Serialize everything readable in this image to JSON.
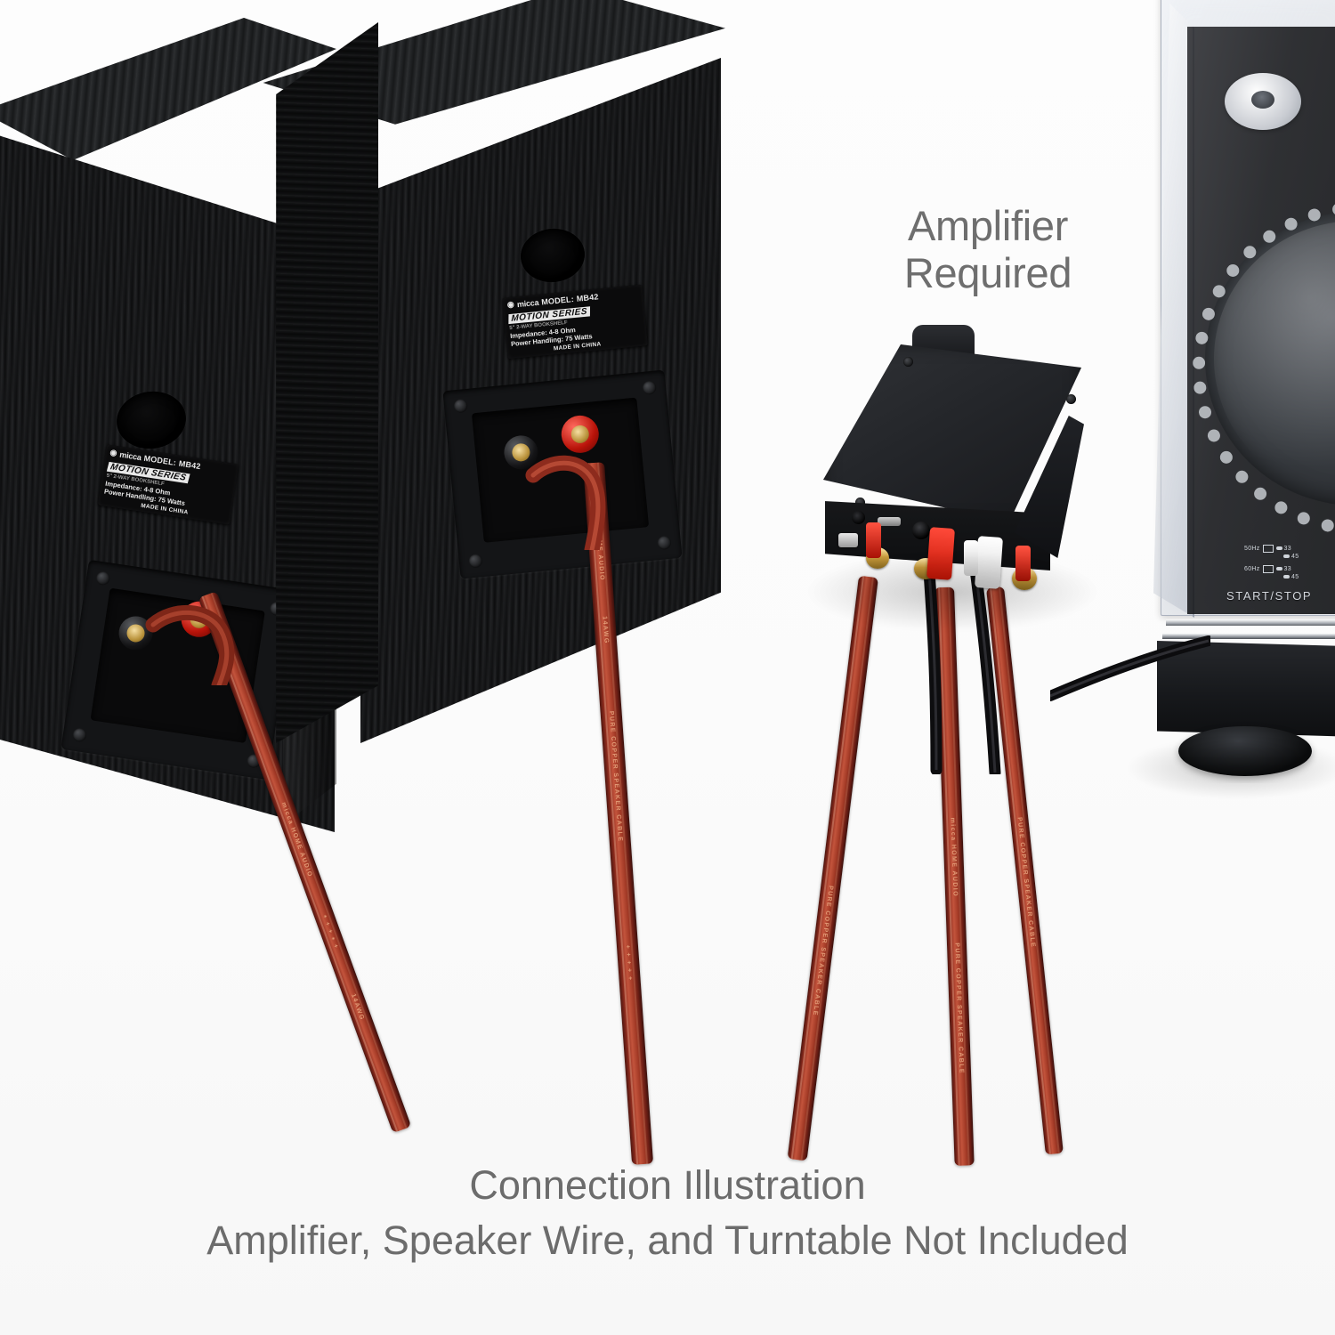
{
  "scene": {
    "title": "Connection Illustration",
    "background_color": "#fbfbfb"
  },
  "annotations": {
    "amplifier_required_line1": "Amplifier",
    "amplifier_required_line2": "Required",
    "amplifier_required_color": "#6e6e6e",
    "caption_line1": "Connection Illustration",
    "caption_line2": "Amplifier, Speaker Wire, and Turntable Not Included",
    "caption_color": "#6c6c6c"
  },
  "speakers": [
    {
      "id": "left-speaker",
      "finish": "black-ash",
      "label": {
        "brand": "micca",
        "model_prefix": "MODEL:",
        "model": "MB42",
        "series": "MOTION SERIES",
        "series_sub": "5\" 2-WAY BOOKSHELF",
        "impedance": "Impedance: 4-8 Ohm",
        "power": "Power Handling: 75 Watts",
        "origin": "MADE IN CHINA"
      },
      "terminals": [
        "red-positive",
        "black-negative"
      ],
      "port": "bass-reflex-port"
    },
    {
      "id": "right-speaker",
      "finish": "black-ash",
      "label": {
        "brand": "micca",
        "model_prefix": "MODEL:",
        "model": "MB42",
        "series": "MOTION SERIES",
        "series_sub": "5\" 2-WAY BOOKSHELF",
        "impedance": "Impedance: 4-8 Ohm",
        "power": "Power Handling: 75 Watts",
        "origin": "MADE IN CHINA"
      },
      "terminals": [
        "red-positive",
        "black-negative"
      ],
      "port": "bass-reflex-port"
    }
  ],
  "speaker_wire": {
    "brand": "micca",
    "print_line": "micca HOME AUDIO",
    "construction": "PURE COPPER SPEAKER CABLE",
    "gauge": "14AWG",
    "polarity_marks": "+ + + + +",
    "color": "#a33a26",
    "count": 4
  },
  "amplifier": {
    "id": "amplifier-unit",
    "chassis_color": "#1a1b1e",
    "antenna": "bluetooth-antenna",
    "rear_connectors": [
      {
        "name": "optical-input",
        "type": "toslink"
      },
      {
        "name": "aux-input",
        "type": "3.5mm-jack"
      },
      {
        "name": "usb-port",
        "type": "usb-micro"
      },
      {
        "name": "dc-power-jack",
        "type": "barrel"
      },
      {
        "name": "speaker-binding-post-left-positive",
        "type": "binding-post",
        "color": "gold"
      },
      {
        "name": "speaker-binding-post-left-negative",
        "type": "binding-post",
        "color": "gold"
      },
      {
        "name": "speaker-binding-post-right-positive",
        "type": "binding-post",
        "color": "gold"
      },
      {
        "name": "speaker-binding-post-right-negative",
        "type": "binding-post",
        "color": "gold"
      },
      {
        "name": "rca-input-right",
        "type": "rca",
        "color": "red"
      },
      {
        "name": "rca-input-left",
        "type": "rca",
        "color": "white"
      }
    ]
  },
  "turntable": {
    "id": "turntable-unit",
    "dust_cover": "transparent-acrylic",
    "platter": "aluminium-platter",
    "start_stop_label": "START/STOP",
    "speed_table": [
      {
        "hz": "50Hz",
        "speeds": [
          "33",
          "45"
        ]
      },
      {
        "hz": "60Hz",
        "speeds": [
          "33",
          "45"
        ]
      }
    ],
    "adapter": "45rpm-adapter",
    "output_cable": "rca-output-cable"
  }
}
